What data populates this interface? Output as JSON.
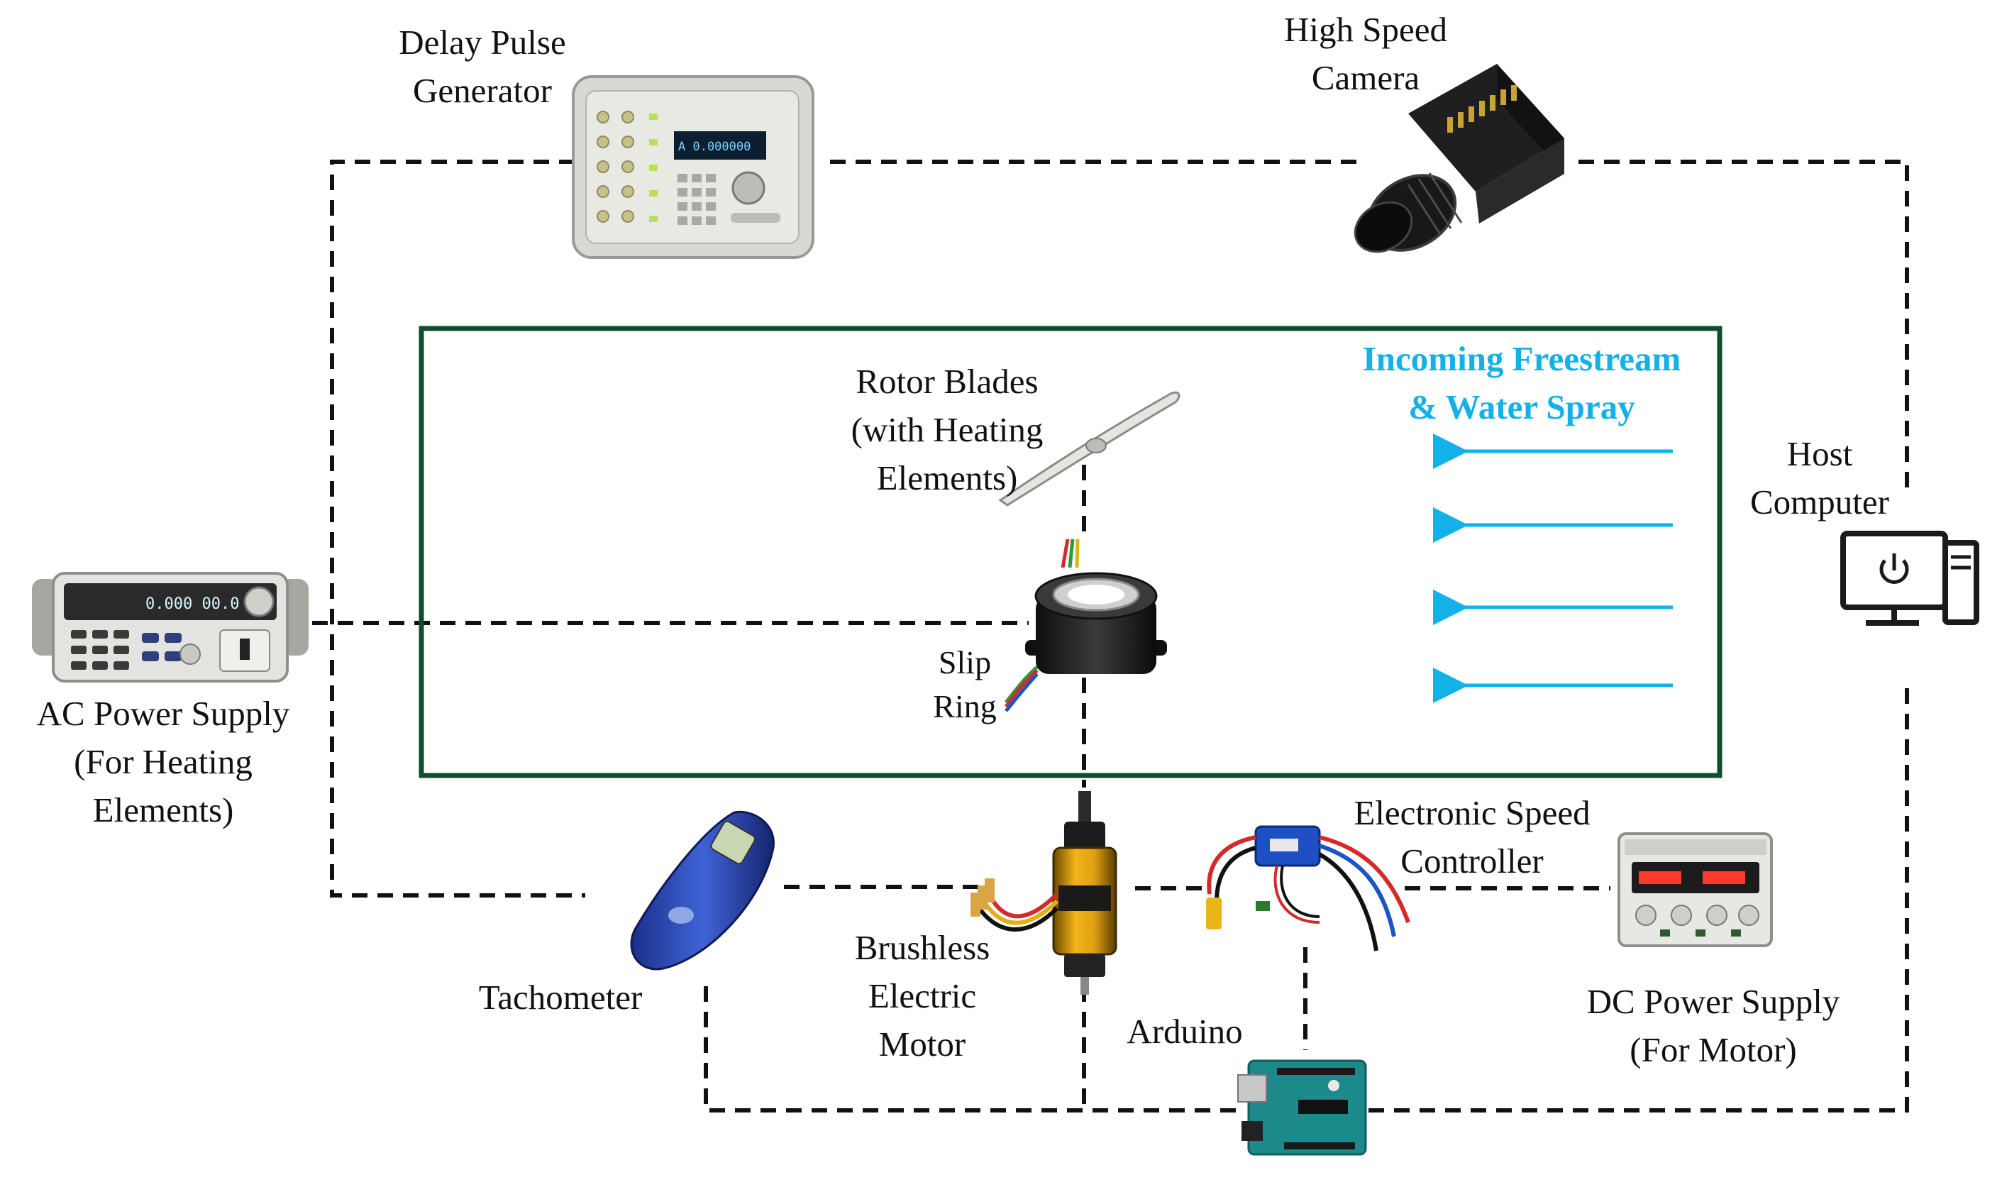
{
  "labels": {
    "delay_pulse": [
      "Delay Pulse",
      "Generator"
    ],
    "camera": [
      "High Speed",
      "Camera"
    ],
    "freestream": [
      "Incoming Freestream",
      "& Water Spray"
    ],
    "rotor": [
      "Rotor Blades",
      "(with Heating",
      "Elements)"
    ],
    "host": [
      "Host",
      "Computer"
    ],
    "slip_ring": [
      "Slip",
      "Ring"
    ],
    "ac_power": [
      "AC Power Supply",
      "(For Heating",
      "Elements)"
    ],
    "esc": [
      "Electronic Speed",
      "Controller"
    ],
    "motor": [
      "Brushless",
      "Electric",
      "Motor"
    ],
    "tachometer": [
      "Tachometer"
    ],
    "arduino": [
      "Arduino"
    ],
    "dc_power": [
      "DC Power Supply",
      "(For Motor)"
    ]
  },
  "devices": {
    "delay_pulse_display": "A  0.000000",
    "ac_display": "0.000 00.0"
  },
  "colors": {
    "enclosure": "#0f4d2e",
    "flow": "#14b0e8",
    "line": "#111111"
  },
  "icons": {
    "host_computer": "power-icon"
  }
}
